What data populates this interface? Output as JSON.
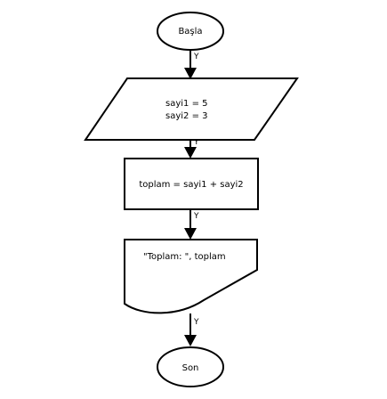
{
  "nodes": {
    "start": {
      "label": "Başla"
    },
    "input": {
      "line1": "sayi1 = 5",
      "line2": "sayi2 = 3"
    },
    "process": {
      "label": "toplam = sayi1 + sayi2"
    },
    "output": {
      "label": "\"Toplam: \", toplam"
    },
    "end": {
      "label": "Son"
    }
  },
  "edges": [
    {
      "label": "Y"
    },
    {
      "label": "Y"
    },
    {
      "label": "Y"
    },
    {
      "label": "Y"
    }
  ]
}
